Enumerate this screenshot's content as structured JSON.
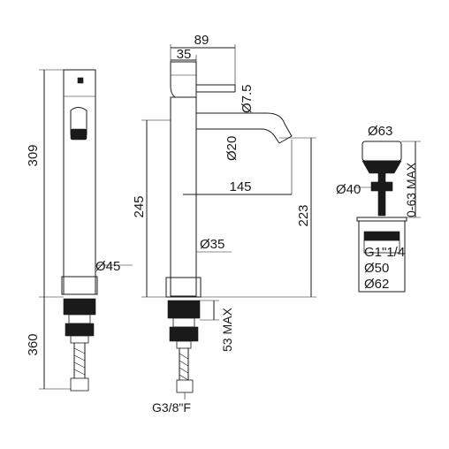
{
  "side_view": {
    "height_upper": "309",
    "height_lower": "360",
    "body_diameter": "Ø45"
  },
  "front_view": {
    "width_total": "89",
    "width_lever": "35",
    "lever_diameter": "Ø7.5",
    "spout_diameter": "Ø20",
    "spout_reach": "145",
    "body_height": "245",
    "spout_height": "223",
    "body_diameter": "Ø35",
    "deck_thickness": "53 MAX",
    "connection": "G3/8\"F"
  },
  "waste_view": {
    "cap_diameter": "Ø63",
    "stroke": "0-63 MAX",
    "stem_diameter": "Ø40",
    "thread": "G1\"1/4",
    "inner_diameter": "Ø50",
    "outer_diameter": "Ø62"
  }
}
